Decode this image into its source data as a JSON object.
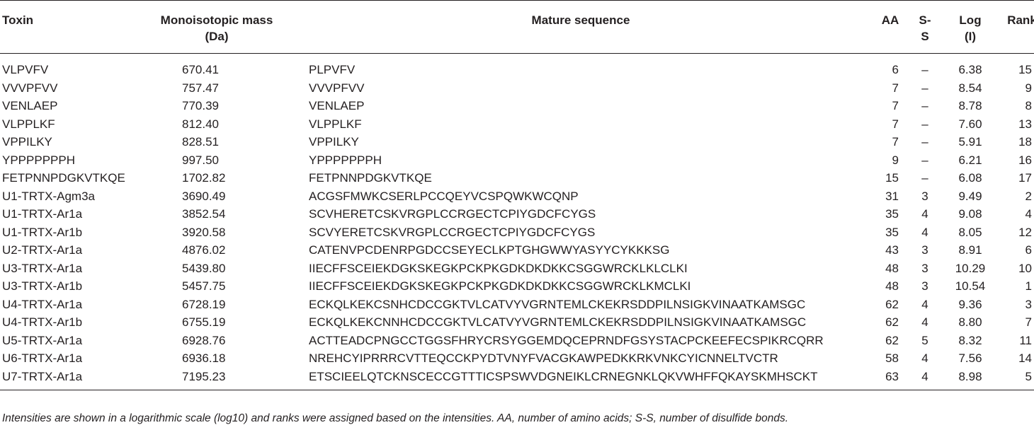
{
  "table": {
    "headers": {
      "toxin": "Toxin",
      "mass_line1": "Monoisotopic mass",
      "mass_line2": "(Da)",
      "sequence": "Mature sequence",
      "aa": "AA",
      "ss_line1": "S-",
      "ss_line2": "S",
      "log_line1": "Log",
      "log_line2": "(I)",
      "rank": "Rank"
    },
    "rows": [
      {
        "toxin": "VLPVFV",
        "mass": "670.41",
        "sequence": "PLPVFV",
        "aa": "6",
        "ss": "–",
        "log": "6.38",
        "rank": "15"
      },
      {
        "toxin": "VVVPFVV",
        "mass": "757.47",
        "sequence": "VVVPFVV",
        "aa": "7",
        "ss": "–",
        "log": "8.54",
        "rank": "9"
      },
      {
        "toxin": "VENLAEP",
        "mass": "770.39",
        "sequence": "VENLAEP",
        "aa": "7",
        "ss": "–",
        "log": "8.78",
        "rank": "8"
      },
      {
        "toxin": "VLPPLKF",
        "mass": "812.40",
        "sequence": "VLPPLKF",
        "aa": "7",
        "ss": "–",
        "log": "7.60",
        "rank": "13"
      },
      {
        "toxin": "VPPILKY",
        "mass": "828.51",
        "sequence": "VPPILKY",
        "aa": "7",
        "ss": "–",
        "log": "5.91",
        "rank": "18"
      },
      {
        "toxin": "YPPPPPPPH",
        "mass": "997.50",
        "sequence": "YPPPPPPPH",
        "aa": "9",
        "ss": "–",
        "log": "6.21",
        "rank": "16"
      },
      {
        "toxin": "FETPNNPDGKVTKQE",
        "mass": "1702.82",
        "sequence": "FETPNNPDGKVTKQE",
        "aa": "15",
        "ss": "–",
        "log": "6.08",
        "rank": "17"
      },
      {
        "toxin": "U1-TRTX-Agm3a",
        "mass": "3690.49",
        "sequence": "ACGSFMWKCSERLPCCQEYVCSPQWKWCQNP",
        "aa": "31",
        "ss": "3",
        "log": "9.49",
        "rank": "2"
      },
      {
        "toxin": "U1-TRTX-Ar1a",
        "mass": "3852.54",
        "sequence": "SCVHERETCSKVRGPLCCRGECTCPIYGDCFCYGS",
        "aa": "35",
        "ss": "4",
        "log": "9.08",
        "rank": "4"
      },
      {
        "toxin": "U1-TRTX-Ar1b",
        "mass": "3920.58",
        "sequence": "SCVYERETCSKVRGPLCCRGECTCPIYGDCFCYGS",
        "aa": "35",
        "ss": "4",
        "log": "8.05",
        "rank": "12"
      },
      {
        "toxin": "U2-TRTX-Ar1a",
        "mass": "4876.02",
        "sequence": "CATENVPCDENRPGDCCSEYECLKPTGHGWWYASYYCYKKKSG",
        "aa": "43",
        "ss": "3",
        "log": "8.91",
        "rank": "6"
      },
      {
        "toxin": "U3-TRTX-Ar1a",
        "mass": "5439.80",
        "sequence": "IIECFFSCEIEKDGKSKEGKPCKPKGDKDKDKKCSGGWRCKLKLCLKI",
        "aa": "48",
        "ss": "3",
        "log": "10.29",
        "rank": "10"
      },
      {
        "toxin": "U3-TRTX-Ar1b",
        "mass": "5457.75",
        "sequence": "IIECFFSCEIEKDGKSKEGKPCKPKGDKDKDKKCSGGWRCKLKMCLKI",
        "aa": "48",
        "ss": "3",
        "log": "10.54",
        "rank": "1"
      },
      {
        "toxin": "U4-TRTX-Ar1a",
        "mass": "6728.19",
        "sequence": "ECKQLKEKCSNHCDCCGKTVLCATVYVGRNTEMLCKEKRSDDPILNSIGKVINAATKAMSGC",
        "aa": "62",
        "ss": "4",
        "log": "9.36",
        "rank": "3"
      },
      {
        "toxin": "U4-TRTX-Ar1b",
        "mass": "6755.19",
        "sequence": "ECKQLKEKCNNHCDCCGKTVLCATVYVGRNTEMLCKEKRSDDPILNSIGKVINAATKAMSGC",
        "aa": "62",
        "ss": "4",
        "log": "8.80",
        "rank": "7"
      },
      {
        "toxin": "U5-TRTX-Ar1a",
        "mass": "6928.76",
        "sequence": "ACTTEADCPNGCCTGGSFHRYCRSYGGEMDQCEPRNDFGSYSTACPCKEEFECSPIKRCQRR",
        "aa": "62",
        "ss": "5",
        "log": "8.32",
        "rank": "11"
      },
      {
        "toxin": "U6-TRTX-Ar1a",
        "mass": "6936.18",
        "sequence": "NREHCYIPRRRCVTTEQCCKPYDTVNYFVACGKAWPEDKKRKVNKCYICNNELTVCTR",
        "aa": "58",
        "ss": "4",
        "log": "7.56",
        "rank": "14"
      },
      {
        "toxin": "U7-TRTX-Ar1a",
        "mass": "7195.23",
        "sequence": "ETSCIEELQTCKNSCECCGTTTICSPSWVDGNEIKLCRNEGNKLQKVWHFFQKAYSKMHSCKT",
        "aa": "63",
        "ss": "4",
        "log": "8.98",
        "rank": "5"
      }
    ],
    "footnote": "Intensities are shown in a logarithmic scale (log10) and ranks were assigned based on the intensities. AA, number of amino acids; S-S, number of disulfide bonds."
  }
}
